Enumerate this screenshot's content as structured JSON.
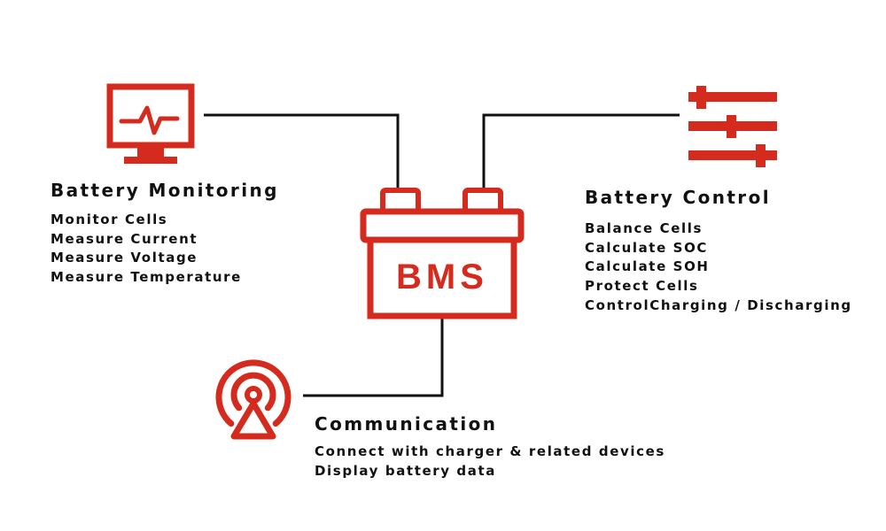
{
  "colors": {
    "accent": "#d52b1e",
    "line": "#111111",
    "text": "#111111"
  },
  "bms": {
    "label": "BMS"
  },
  "monitoring": {
    "icon": "monitor-pulse-icon",
    "title": "Battery Monitoring",
    "items": [
      "Monitor Cells",
      "Measure Current",
      "Measure Voltage",
      "Measure Temperature"
    ]
  },
  "control": {
    "icon": "sliders-icon",
    "title": "Battery Control",
    "items": [
      "Balance Cells",
      "Calculate SOC",
      "Calculate SOH",
      "Protect Cells",
      "ControlCharging / Discharging"
    ]
  },
  "communication": {
    "icon": "broadcast-tower-icon",
    "title": "Communication",
    "items": [
      "Connect with charger & related devices",
      "Display battery data"
    ]
  }
}
